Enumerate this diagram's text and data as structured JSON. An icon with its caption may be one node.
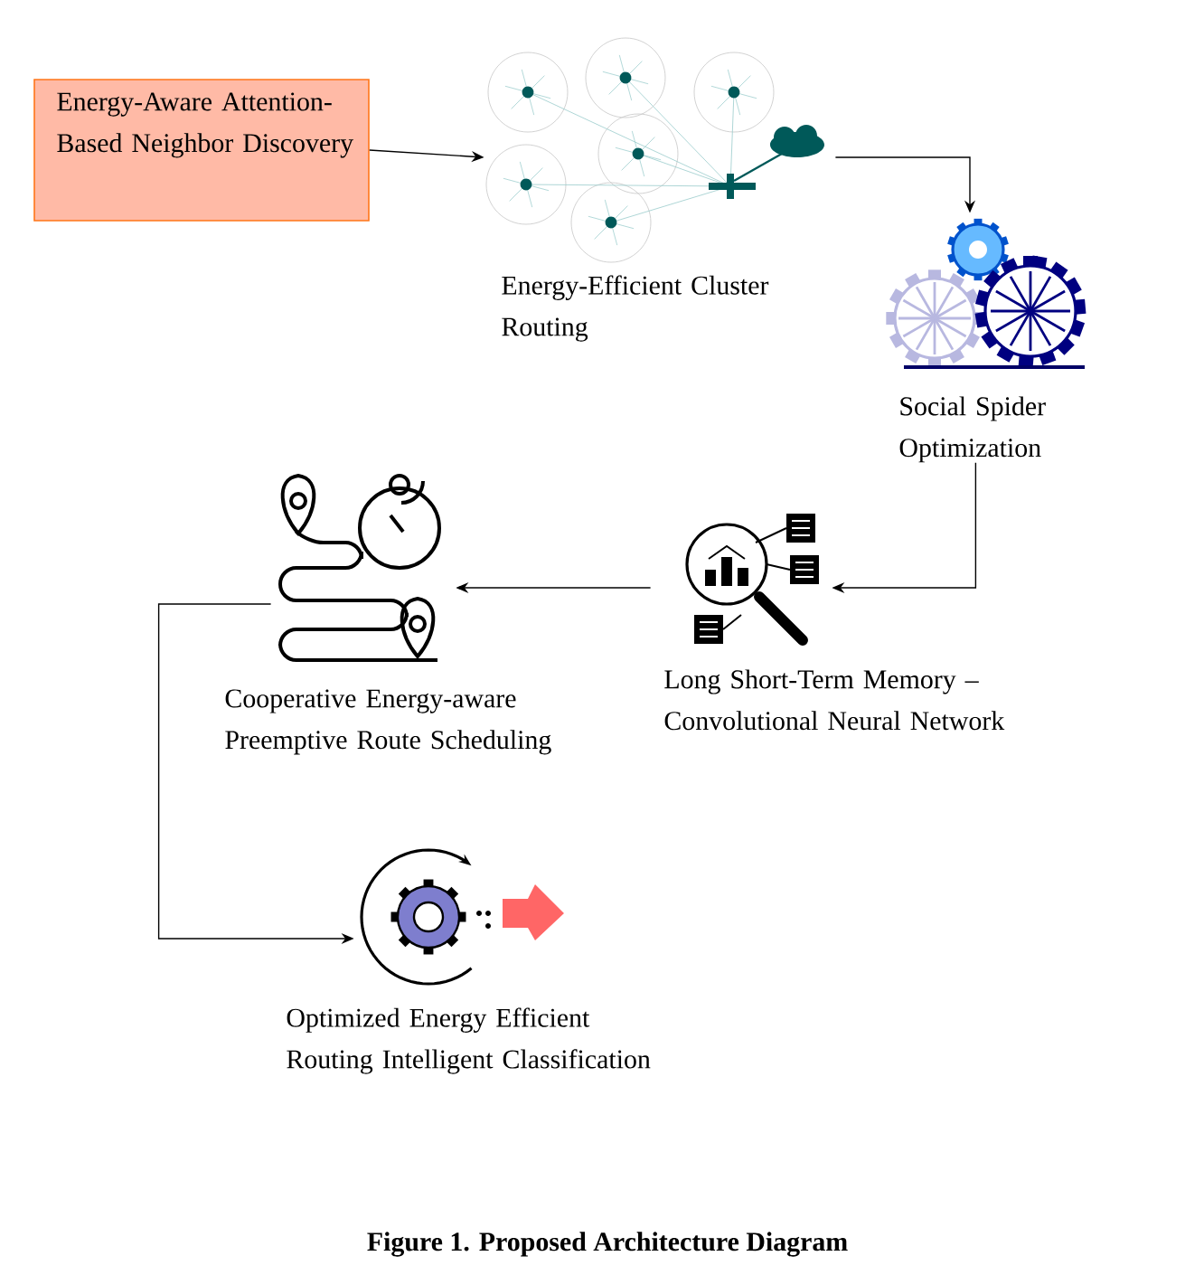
{
  "diagram": {
    "caption": "Figure 1. Proposed Architecture Diagram",
    "nodes": [
      {
        "text": [
          "Energy-Aware Attention-Based Neighbor Discovery"
        ]
      },
      {
        "text": [
          "Energy-Efficient Cluster Routing"
        ]
      },
      {
        "text": [
          "Social Spider Optimization"
        ]
      },
      {
        "text": [
          "Long Short-Term Memory – Convolutional Neural Network"
        ]
      },
      {
        "text": [
          "Cooperative Energy-aware Preemptive Route Scheduling"
        ]
      },
      {
        "text": [
          "Optimized Energy Efficient Routing Intelligent Classification"
        ]
      }
    ],
    "edges": [
      {
        "from": 0,
        "to": 1,
        "arrow": "to"
      },
      {
        "from": 1,
        "to": 2,
        "arrow": "to"
      },
      {
        "from": 2,
        "to": 3,
        "arrow": "to"
      },
      {
        "from": 3,
        "to": 4,
        "arrow": "to"
      },
      {
        "from": 4,
        "to": 5,
        "arrow": "to"
      }
    ]
  }
}
